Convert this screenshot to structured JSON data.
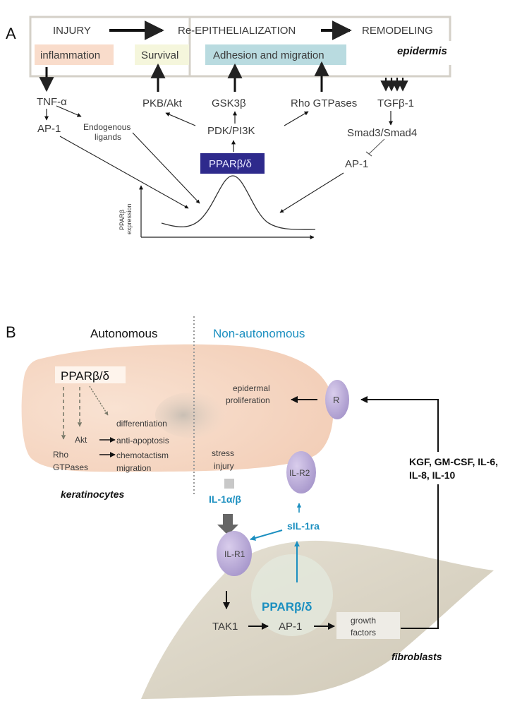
{
  "panelA": {
    "label": "A",
    "stages": [
      "INJURY",
      "Re-EPITHELIALIZATION",
      "REMODELING"
    ],
    "boxes": {
      "inflammation": {
        "text": "inflammation",
        "color": "#f9dccb"
      },
      "survival": {
        "text": "Survival",
        "color": "#f5f6dc"
      },
      "adhesion": {
        "text": "Adhesion  and  migration",
        "color": "#b9dbe0"
      }
    },
    "tissue_label": "epidermis",
    "nodes": {
      "tnf": "TNF-α",
      "ap1_left": "AP-1",
      "endogenous_1": "Endogenous",
      "endogenous_2": "ligands",
      "pkb": "PKB/Akt",
      "gsk": "GSK3β",
      "pdk": "PDK/PI3K",
      "rho": "Rho  GTPases",
      "tgf": "TGFβ-1",
      "smad": "Smad3/Smad4",
      "ap1_right": "AP-1",
      "ppar": "PPARβ/δ"
    },
    "ppar_box_color": "#2e2a8c",
    "yaxis_label_1": "PPARβ",
    "yaxis_label_2": "expression"
  },
  "panelB": {
    "label": "B",
    "headers": {
      "autonomous": "Autonomous",
      "non_autonomous": "Non-autonomous"
    },
    "keratinocyte": {
      "ppar": "PPARβ/δ",
      "akt": "Akt",
      "rho_1": "Rho",
      "rho_2": "GTPases",
      "differentiation": "differentiation",
      "anti_apoptosis": "anti-apoptosis",
      "chemotactism": "chemotactism",
      "migration": "migration",
      "epidermal_1": "epidermal",
      "epidermal_2": "proliferation",
      "stress_1": "stress",
      "stress_2": "injury",
      "cell_label": "keratinocytes"
    },
    "receptors": {
      "r": "R",
      "ilr2": "IL-R2",
      "ilr1": "IL-R1"
    },
    "cytokines": {
      "il1": "IL-1α/β",
      "sil1ra": "sIL-1ra"
    },
    "factors_1": "KGF, GM-CSF, IL-6,",
    "factors_2": "IL-8, IL-10",
    "fibroblast": {
      "ppar": "PPARβ/δ",
      "tak1": "TAK1",
      "ap1": "AP-1",
      "growth_1": "growth",
      "growth_2": "factors",
      "cell_label": "fibroblasts"
    },
    "colors": {
      "accent_blue": "#1b8fc0",
      "receptor": "#b8a9d6",
      "keratinocyte": "#f5d4bf",
      "fibroblast": "#d8d3c4"
    }
  }
}
